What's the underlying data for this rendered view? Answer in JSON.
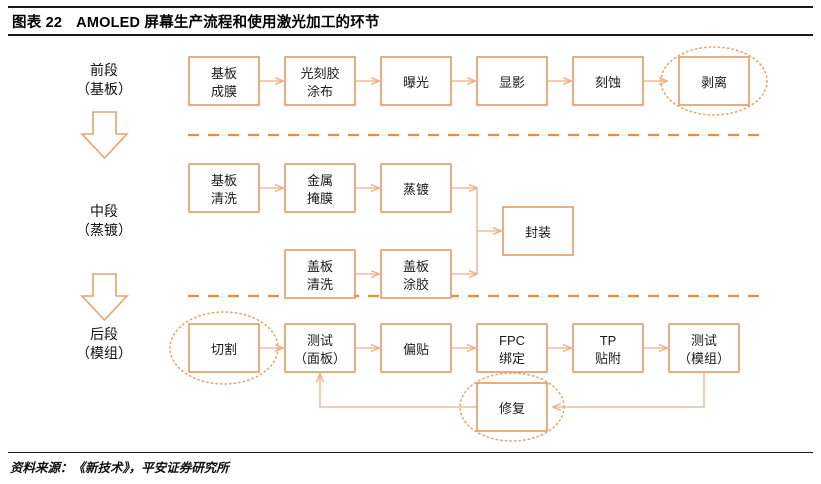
{
  "title": {
    "label": "图表 22",
    "text": "AMOLED 屏幕生产流程和使用激光加工的环节"
  },
  "footer": {
    "source": "资料来源：《新技术》，平安证券研究所"
  },
  "colors": {
    "box_border": "#E39A62",
    "arrow": "#EFAF86",
    "separator": "#E98E3C",
    "highlight_ellipse": "#E8A46B",
    "title_rule": "#1a1a1a"
  },
  "stages": [
    {
      "id": "front",
      "line1": "前段",
      "line2": "（基板）"
    },
    {
      "id": "middle",
      "line1": "中段",
      "line2": "（蒸镀）"
    },
    {
      "id": "back",
      "line1": "后段",
      "line2": "（模组）"
    }
  ],
  "stage_arrows": [
    {
      "id": "arrow-front-to-middle"
    },
    {
      "id": "arrow-middle-to-back"
    }
  ],
  "separators": [
    {
      "id": "separator-front-middle"
    },
    {
      "id": "separator-middle-back"
    }
  ],
  "nodes": {
    "front": [
      {
        "id": "n-substrate-film",
        "line1": "基板",
        "line2": "成膜",
        "highlighted": false
      },
      {
        "id": "n-photoresist",
        "line1": "光刻胶",
        "line2": "涂布",
        "highlighted": false
      },
      {
        "id": "n-exposure",
        "line1": "曝光",
        "line2": "",
        "highlighted": false
      },
      {
        "id": "n-develop",
        "line1": "显影",
        "line2": "",
        "highlighted": false
      },
      {
        "id": "n-etch",
        "line1": "刻蚀",
        "line2": "",
        "highlighted": false
      },
      {
        "id": "n-strip",
        "line1": "剥离",
        "line2": "",
        "highlighted": true
      }
    ],
    "middle_top": [
      {
        "id": "n-substrate-clean",
        "line1": "基板",
        "line2": "清洗",
        "highlighted": false
      },
      {
        "id": "n-metal-mask",
        "line1": "金属",
        "line2": "掩膜",
        "highlighted": false
      },
      {
        "id": "n-evaporation",
        "line1": "蒸镀",
        "line2": "",
        "highlighted": false
      }
    ],
    "middle_bottom": [
      {
        "id": "n-cover-clean",
        "line1": "盖板",
        "line2": "清洗",
        "highlighted": false
      },
      {
        "id": "n-cover-glue",
        "line1": "盖板",
        "line2": "涂胶",
        "highlighted": false
      }
    ],
    "middle_merge": [
      {
        "id": "n-encapsulation",
        "line1": "封装",
        "line2": "",
        "highlighted": false
      }
    ],
    "back": [
      {
        "id": "n-cutting",
        "line1": "切割",
        "line2": "",
        "highlighted": true
      },
      {
        "id": "n-test-panel",
        "line1": "测试",
        "line2": "（面板）",
        "highlighted": false
      },
      {
        "id": "n-polarizer",
        "line1": "偏贴",
        "line2": "",
        "highlighted": false
      },
      {
        "id": "n-fpc-bonding",
        "line1": "FPC",
        "line2": "绑定",
        "highlighted": false
      },
      {
        "id": "n-tp-attach",
        "line1": "TP",
        "line2": "贴附",
        "highlighted": false
      },
      {
        "id": "n-test-module",
        "line1": "测试",
        "line2": "（模组）",
        "highlighted": false
      }
    ],
    "back_feedback": [
      {
        "id": "n-repair",
        "line1": "修复",
        "line2": "",
        "highlighted": true
      }
    ]
  },
  "edges": [
    {
      "id": "e-substrate-film-to-photoresist"
    },
    {
      "id": "e-photoresist-to-exposure"
    },
    {
      "id": "e-exposure-to-develop"
    },
    {
      "id": "e-develop-to-etch"
    },
    {
      "id": "e-etch-to-strip"
    },
    {
      "id": "e-substrate-clean-to-metal-mask"
    },
    {
      "id": "e-metal-mask-to-evaporation"
    },
    {
      "id": "e-cover-clean-to-cover-glue"
    },
    {
      "id": "e-evaporation-to-encapsulation"
    },
    {
      "id": "e-cover-glue-to-encapsulation"
    },
    {
      "id": "e-cutting-to-test-panel"
    },
    {
      "id": "e-test-panel-to-polarizer"
    },
    {
      "id": "e-polarizer-to-fpc-bonding"
    },
    {
      "id": "e-fpc-bonding-to-tp-attach"
    },
    {
      "id": "e-tp-attach-to-test-module"
    },
    {
      "id": "e-test-module-to-repair"
    },
    {
      "id": "e-repair-to-test-panel"
    }
  ]
}
